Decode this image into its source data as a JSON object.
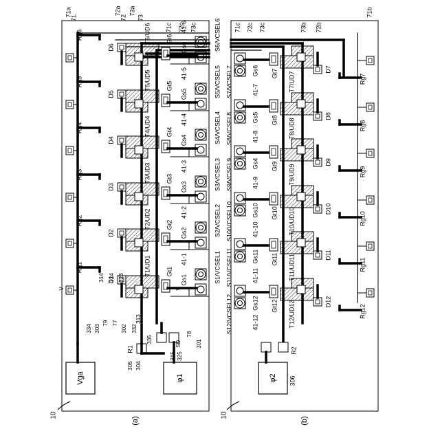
{
  "figure_number": "10",
  "panels": {
    "a": {
      "caption": "(a)",
      "supply_label": "Vga",
      "phi_label": "φ1",
      "resistor_label": "R1",
      "bus_labels": [
        "71a",
        "71",
        "72a",
        "72",
        "73a",
        "73",
        "71c",
        "72c",
        "73c"
      ],
      "rows": [
        {
          "rg": "Rg1",
          "d": "D1",
          "t": "T1/UD1",
          "g": "Gt1",
          "gs": "Gs1",
          "n": "41-1",
          "s": "S1/VCSEL1"
        },
        {
          "rg": "Rg2",
          "d": "D2",
          "t": "T2/UD2",
          "g": "Gt2",
          "gs": "Gs2",
          "n": "41-2",
          "s": "S2/VCSEL2"
        },
        {
          "rg": "Rg3",
          "d": "D3",
          "t": "T3/UD3",
          "g": "Gt3",
          "gs": "Gs3",
          "n": "41-3",
          "s": "S3/VCSEL3"
        },
        {
          "rg": "Rg4",
          "d": "D4",
          "t": "T4/UD4",
          "g": "Gt4",
          "gs": "Gs4",
          "n": "41-4",
          "s": "S4/VCSEL4"
        },
        {
          "rg": "Rg5",
          "d": "D5",
          "t": "T5/UD5",
          "g": "Gt5",
          "gs": "Gs5",
          "n": "41-5",
          "s": "S5/VCSEL5"
        },
        {
          "rg": "Rg6",
          "d": "D6",
          "t": "T6/UD6",
          "g": "Gt6",
          "gs": "Gs6",
          "n": "41-6",
          "s": "S6/VCSEL6"
        }
      ],
      "refs": {
        "r314": "314",
        "r324": "324",
        "r323": "323",
        "rv": "V",
        "r303": "303",
        "r79": "79",
        "r77": "77",
        "r302": "302",
        "r332": "332",
        "r334": "334",
        "r313": "313",
        "r335": "335",
        "r304": "304",
        "r305": "305",
        "r315": "315",
        "r325": "325",
        "rsd": "SD",
        "r78": "78",
        "r301": "301",
        "rv2": "V"
      }
    },
    "b": {
      "caption": "(b)",
      "phi_label": "φ2",
      "resistor_label": "R2",
      "ref306": "306",
      "bus_labels": [
        "71c",
        "72c",
        "73c",
        "73b",
        "72b",
        "71b"
      ],
      "rows": [
        {
          "rg": "Rg7",
          "d": "D7",
          "t": "T7/UD7",
          "g": "Gt7",
          "gs": "Gs6",
          "n": "41-7",
          "s": "S7/VCSEL7"
        },
        {
          "rg": "Rg8",
          "d": "D8",
          "t": "T8/UD8",
          "g": "Gt8",
          "gs": "Gs5",
          "n": "41-8",
          "s": "S8/VCSEL8"
        },
        {
          "rg": "Rg9",
          "d": "D9",
          "t": "T9/UD9",
          "g": "Gt9",
          "gs": "Gs4",
          "n": "41-9",
          "s": "S9/VCSEL9"
        },
        {
          "rg": "Rg10",
          "d": "D10",
          "t": "T10/UD10",
          "g": "Gt10",
          "gs": "Gs10",
          "n": "41-10",
          "s": "S10/VCSEL10"
        },
        {
          "rg": "Rg11",
          "d": "D11",
          "t": "T11/UD11",
          "g": "Gt11",
          "gs": "Gs11",
          "n": "41-11",
          "s": "S11/VCSEL11"
        },
        {
          "rg": "Rg12",
          "d": "D12",
          "t": "T12/UD12",
          "g": "Gt12",
          "gs": "Gs12",
          "n": "41-12",
          "s": "S12/VCSEL12"
        }
      ]
    }
  }
}
